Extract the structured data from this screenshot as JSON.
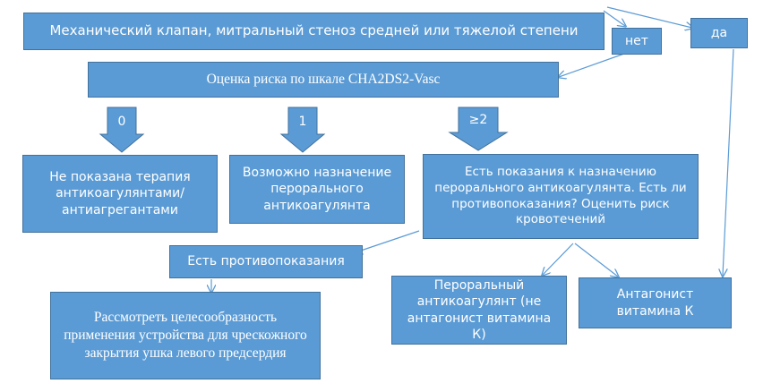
{
  "colors": {
    "box_fill": "#5b9bd5",
    "box_border": "#41719c",
    "text": "#ffffff",
    "connector": "#5b9bd5"
  },
  "nodes": {
    "header": "Механический клапан, митральный стеноз средней или тяжелой степени",
    "no_label": "нет",
    "yes_label": "да",
    "risk_assessment": "Оценка риска по шкале CHA2DS2-Vasc",
    "score_0": "0",
    "score_1": "1",
    "score_2_plus": "≥2",
    "no_therapy": "Не показана терапия антикоагулянтами/антиагрегантами",
    "oral_possible": "Возможно назначение перорального антикоагулянта",
    "indications": "Есть показания к назначению перорального антикоагулянта. Есть ли противопоказания? Оценить риск кровотечений",
    "contraindications": "Есть противопоказания",
    "occluder": "Рассмотреть целесообразность применения устройства для чрескожного закрытия ушка левого предсердия",
    "oral_non_vka": "Пероральный антикоагулянт (не антагонист витамина К)",
    "vka": "Антагонист витамина К"
  }
}
